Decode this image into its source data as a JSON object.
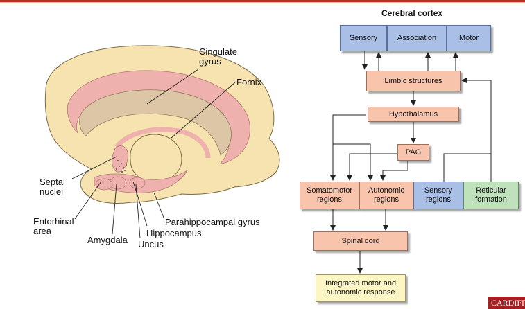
{
  "colors": {
    "salmon": "#f8c4ac",
    "blue": "#a9bfe6",
    "green": "#bfe1bc",
    "yellow": "#fcf6c4",
    "brain": "#f6e3b0",
    "limbic_pink": "#efb1ad",
    "brain_tan": "#ddc6a6"
  },
  "brain_labels": {
    "cingulate": "Cingulate\ngyrus",
    "fornix": "Fornix",
    "septal": "Septal\nnuclei",
    "entorhinal": "Entorhinal\narea",
    "amygdala": "Amygdala",
    "uncus": "Uncus",
    "hippocampus": "Hippocampus",
    "parahippocampal": "Parahippocampal gyrus"
  },
  "flowchart": {
    "title": "Cerebral cortex",
    "sensory": "Sensory",
    "association": "Association",
    "motor": "Motor",
    "limbic": "Limbic structures",
    "hypothalamus": "Hypothalamus",
    "pag": "PAG",
    "somatomotor": "Somatomotor\nregions",
    "autonomic": "Autonomic\nregions",
    "sensory_regions": "Sensory\nregions",
    "reticular": "Reticular\nformation",
    "spinal": "Spinal cord",
    "integrated": "Integrated motor and\nautonomic response"
  },
  "logo": "CARDIFF"
}
